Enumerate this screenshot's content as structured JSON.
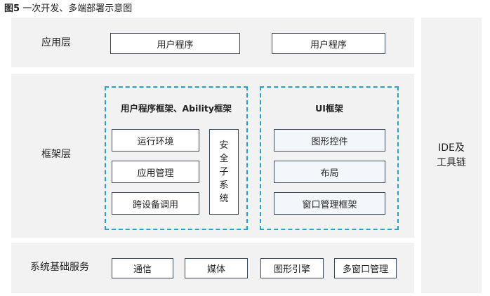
{
  "figure": {
    "number": "图5",
    "caption": "一次开发、多端部署示意图"
  },
  "app_layer": {
    "label": "应用层",
    "boxes": [
      "用户程序",
      "用户程序"
    ]
  },
  "framework_layer": {
    "label": "框架层",
    "left_group": {
      "title": "用户程序框架、Ability框架",
      "items": [
        "运行环境",
        "应用管理",
        "跨设备调用"
      ],
      "security_chars": [
        "安",
        "全",
        "子",
        "系",
        "统"
      ]
    },
    "right_group": {
      "title": "UI框架",
      "items": [
        "图形控件",
        "布局",
        "窗口管理框架"
      ]
    }
  },
  "system_layer": {
    "label": "系统基础服务",
    "items": [
      "通信",
      "媒体",
      "图形引擎",
      "多窗口管理"
    ]
  },
  "side_panel": {
    "lines": [
      "IDE及",
      "工具链"
    ]
  },
  "colors": {
    "layer_bg": "#f2f2f2",
    "dashed_border": "#1fa3d4",
    "box_border": "#3a4a5a"
  }
}
